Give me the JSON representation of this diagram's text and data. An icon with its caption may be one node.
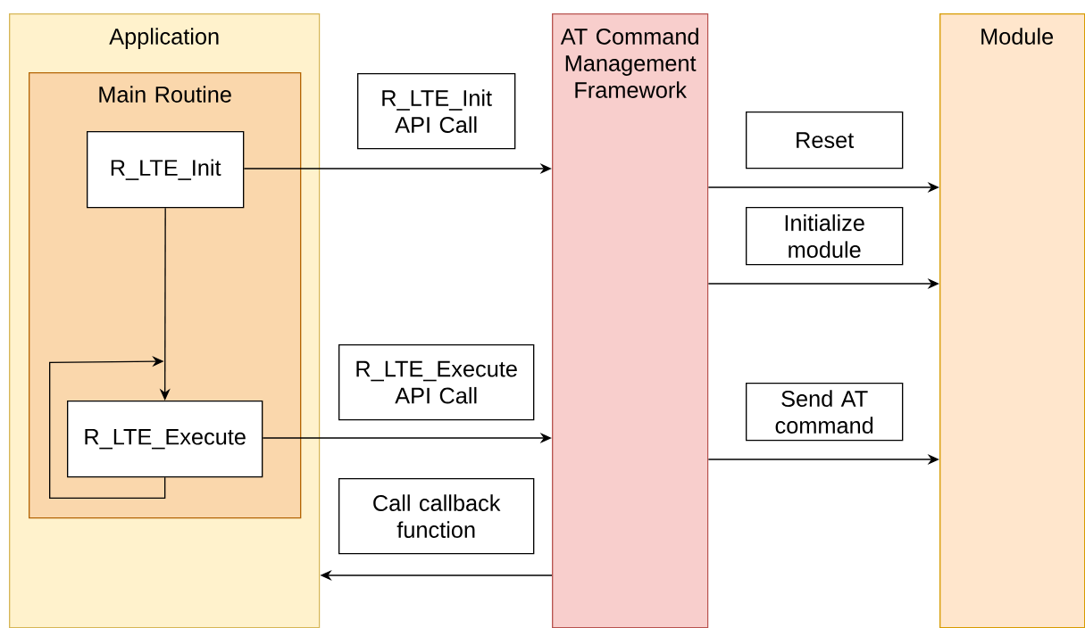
{
  "diagram": {
    "nodes": [
      {
        "text": [
          "Application"
        ]
      },
      {
        "text": [
          "Main Routine"
        ],
        "in": 0
      },
      {
        "text": [
          "R_LTE_Init"
        ],
        "in": 1
      },
      {
        "text": [
          "R_LTE_Execute"
        ],
        "in": 1
      },
      {
        "text": [
          "AT Command Management Framework"
        ]
      },
      {
        "text": [
          "Module"
        ]
      },
      {
        "text": [
          "R_LTE_Init API Call"
        ]
      },
      {
        "text": [
          "Reset"
        ]
      },
      {
        "text": [
          "Initialize module"
        ]
      },
      {
        "text": [
          "R_LTE_Execute API Call"
        ]
      },
      {
        "text": [
          "Send AT command"
        ]
      },
      {
        "text": [
          "Call callback function"
        ]
      }
    ],
    "edges": [
      {
        "from": 2,
        "to": 4,
        "arrow": "to"
      },
      {
        "from": 4,
        "to": 5,
        "arrow": "to"
      },
      {
        "from": 4,
        "to": 5,
        "arrow": "to"
      },
      {
        "from": 2,
        "to": 3,
        "arrow": "to"
      },
      {
        "from": 3,
        "to": 3,
        "arrow": "to"
      },
      {
        "from": 3,
        "to": 4,
        "arrow": "to"
      },
      {
        "from": 4,
        "to": 5,
        "arrow": "to"
      },
      {
        "from": 4,
        "to": 0,
        "arrow": "to"
      }
    ]
  }
}
